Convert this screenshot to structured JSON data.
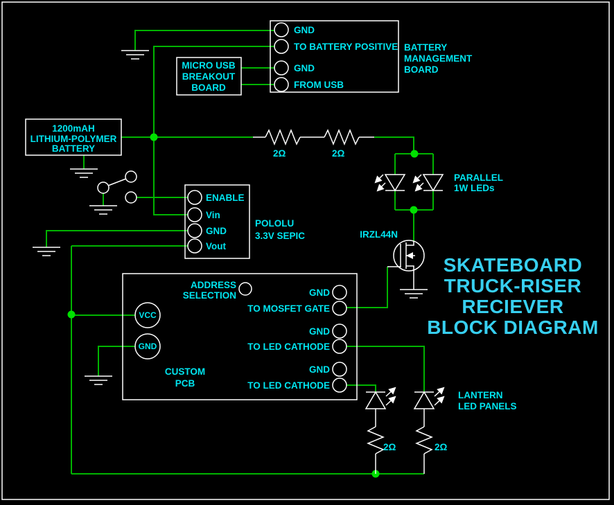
{
  "colors": {
    "background": "#000000",
    "frame": "#ffffff",
    "wire": "#00b400",
    "junction_dot": "#00e000",
    "symbol": "#ffffff",
    "label": "#00e5f0",
    "title": "#37cff0"
  },
  "title": {
    "line1": "SKATEBOARD",
    "line2": "TRUCK-RISER",
    "line3": "RECIEVER",
    "line4": "BLOCK DIAGRAM"
  },
  "battery_management_board": {
    "name1": "BATTERY",
    "name2": "MANAGEMENT",
    "name3": "BOARD",
    "terminals": [
      "GND",
      "TO BATTERY POSITIVE",
      "GND",
      "FROM USB"
    ]
  },
  "micro_usb_board": {
    "name1": "MICRO USB",
    "name2": "BREAKOUT",
    "name3": "BOARD"
  },
  "battery": {
    "name1": "1200mAH",
    "name2": "LITHIUM-POLYMER",
    "name3": "BATTERY"
  },
  "pololu": {
    "terminals": [
      "ENABLE",
      "Vin",
      "GND",
      "Vout"
    ],
    "name1": "POLOLU",
    "name2": "3.3V SEPIC"
  },
  "top_resistors": {
    "r1": "2Ω",
    "r2": "2Ω"
  },
  "parallel_leds": {
    "name1": "PARALLEL",
    "name2": "1W LEDs"
  },
  "mosfet": {
    "part": "IRZL44N"
  },
  "custom_pcb": {
    "name1": "CUSTOM",
    "name2": "PCB",
    "address1": "ADDRESS",
    "address2": "SELECTION",
    "pads": [
      "VCC",
      "GND"
    ],
    "terminals": [
      "GND",
      "TO MOSFET GATE",
      "GND",
      "TO LED CATHODE",
      "GND",
      "TO LED CATHODE"
    ]
  },
  "lantern_leds": {
    "name1": "LANTERN",
    "name2": "LED PANELS",
    "r1": "2Ω",
    "r2": "2Ω"
  }
}
